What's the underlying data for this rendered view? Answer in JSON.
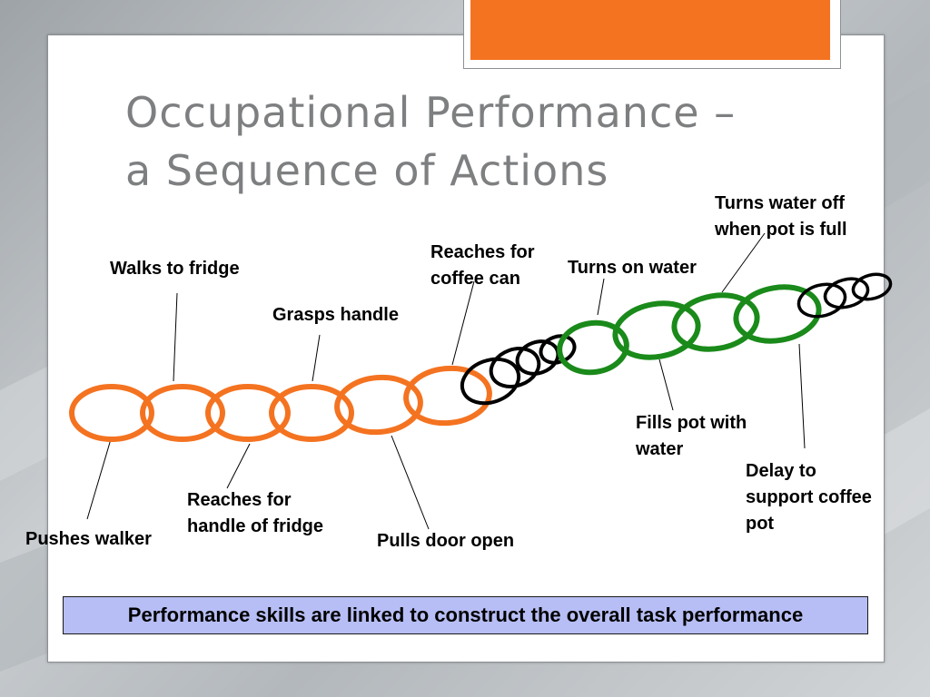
{
  "title": {
    "line1": "Occupational Performance –",
    "line2": "a Sequence of Actions"
  },
  "labels": {
    "walks_to_fridge": "Walks to fridge",
    "grasps_handle": "Grasps handle",
    "reaches_for_coffee_can": [
      "Reaches for",
      "coffee can"
    ],
    "turns_on_water": "Turns on water",
    "turns_water_off": [
      "Turns water off",
      "when pot is full"
    ],
    "pushes_walker": "Pushes walker",
    "reaches_for_handle": [
      "Reaches for",
      "handle of fridge"
    ],
    "pulls_door_open": "Pulls door open",
    "fills_pot": [
      "Fills pot with",
      "water"
    ],
    "delay_to_support": [
      "Delay to",
      "support coffee",
      "pot"
    ]
  },
  "banner": "Performance skills are linked to construct the overall task performance",
  "colors": {
    "accent": "#f47321",
    "chain_orange": "#f47321",
    "chain_black": "#000000",
    "chain_green": "#1a8a1a",
    "banner_fill": "#b7bef5",
    "title_text": "#7d7f81"
  }
}
